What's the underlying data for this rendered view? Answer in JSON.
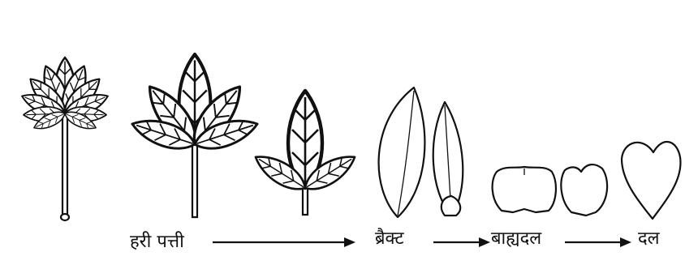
{
  "diagram": {
    "stages": [
      {
        "id": "green-leaf",
        "label": "हरी पत्ती"
      },
      {
        "id": "bract",
        "label": "ब्रैक्ट"
      },
      {
        "id": "sepal",
        "label": "बाह्यदल"
      },
      {
        "id": "petal",
        "label": "दल"
      }
    ]
  }
}
